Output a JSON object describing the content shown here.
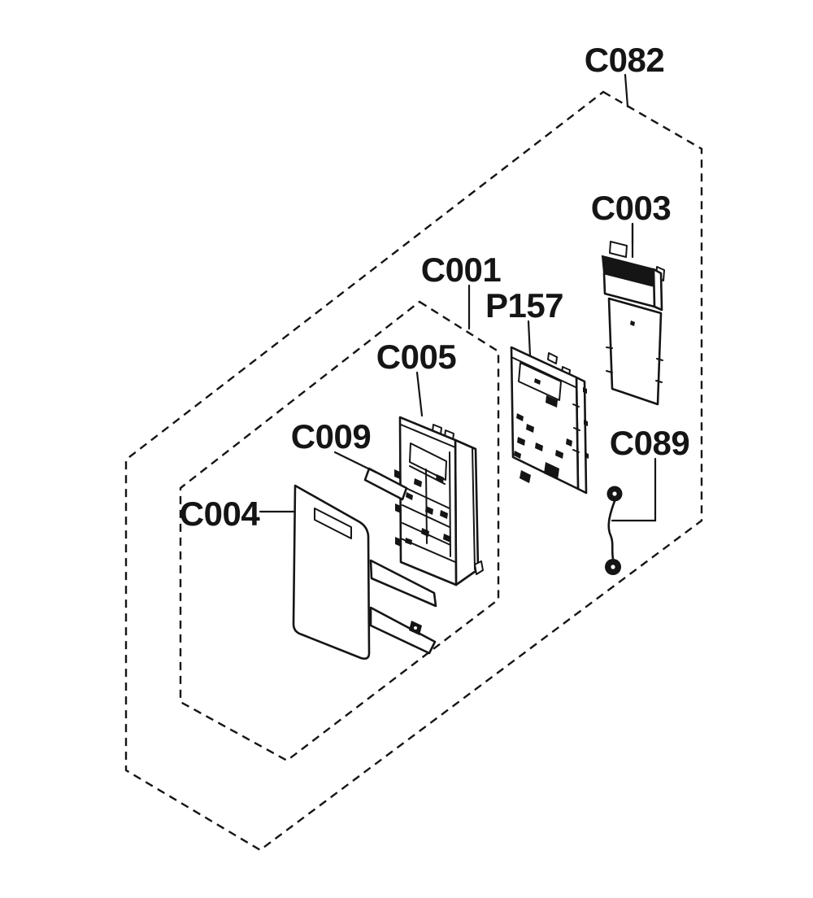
{
  "figure": {
    "background_color": "#ffffff",
    "line_color": "#151515",
    "part_labels": [
      {
        "id": "c082",
        "text": "C082"
      },
      {
        "id": "c003",
        "text": "C003"
      },
      {
        "id": "c001",
        "text": "C001"
      },
      {
        "id": "p157",
        "text": "P157"
      },
      {
        "id": "c005",
        "text": "C005"
      },
      {
        "id": "c009",
        "text": "C009"
      },
      {
        "id": "c004",
        "text": "C004"
      },
      {
        "id": "c089",
        "text": "C089"
      }
    ]
  }
}
